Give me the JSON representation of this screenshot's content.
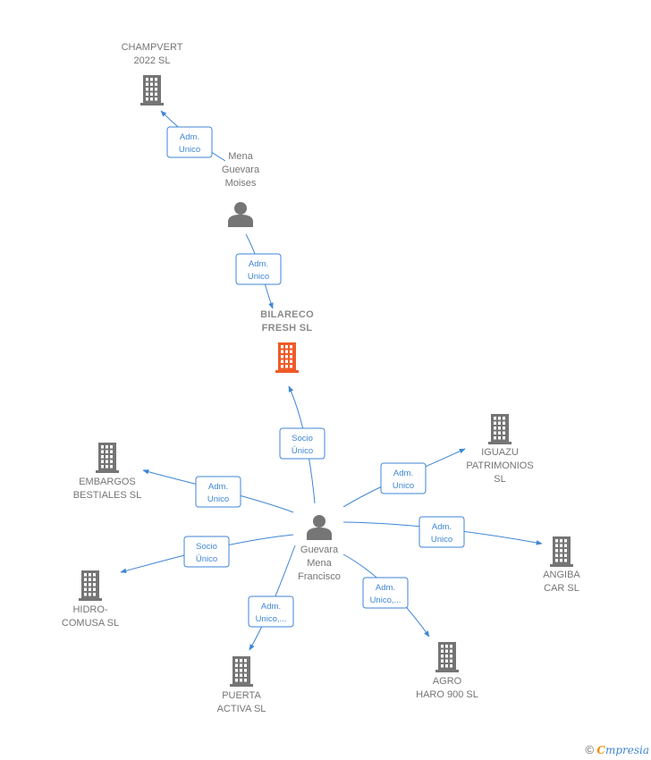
{
  "colors": {
    "edge": "#3f86d6",
    "company_icon": "#757575",
    "focus_company_icon": "#f05a28",
    "person_icon": "#757575",
    "label": "#757575"
  },
  "nodes": [
    {
      "id": "champvert",
      "type": "company",
      "icon": "building-icon",
      "label": [
        "CHAMPVERT",
        "2022  SL"
      ]
    },
    {
      "id": "mena",
      "type": "person",
      "icon": "person-icon",
      "label": [
        "Mena",
        "Guevara",
        "Moises"
      ]
    },
    {
      "id": "bilareco",
      "type": "company",
      "focus": true,
      "icon": "building-icon",
      "label": [
        "BILARECO",
        "FRESH  SL"
      ]
    },
    {
      "id": "guevara",
      "type": "person",
      "icon": "person-icon",
      "label": [
        "Guevara",
        "Mena",
        "Francisco"
      ]
    },
    {
      "id": "embargos",
      "type": "company",
      "icon": "building-icon",
      "label": [
        "EMBARGOS",
        "BESTIALES  SL"
      ]
    },
    {
      "id": "iguazu",
      "type": "company",
      "icon": "building-icon",
      "label": [
        "IGUAZU",
        "PATRIMONIOS",
        "SL"
      ]
    },
    {
      "id": "angiba",
      "type": "company",
      "icon": "building-icon",
      "label": [
        "ANGIBA",
        "CAR  SL"
      ]
    },
    {
      "id": "hidro",
      "type": "company",
      "icon": "building-icon",
      "label": [
        "HIDRO-",
        "COMUSA  SL"
      ]
    },
    {
      "id": "puerta",
      "type": "company",
      "icon": "building-icon",
      "label": [
        "PUERTA",
        "ACTIVA  SL"
      ]
    },
    {
      "id": "agro",
      "type": "company",
      "icon": "building-icon",
      "label": [
        "AGRO",
        "HARO 900 SL"
      ]
    }
  ],
  "edges": [
    {
      "id": "mena-champvert",
      "from": "mena",
      "to": "champvert",
      "label": [
        "Adm.",
        "Unico"
      ]
    },
    {
      "id": "mena-bilareco",
      "from": "mena",
      "to": "bilareco",
      "label": [
        "Adm.",
        "Unico"
      ]
    },
    {
      "id": "guevara-bilareco",
      "from": "guevara",
      "to": "bilareco",
      "label": [
        "Socio",
        "Único"
      ]
    },
    {
      "id": "guevara-embargos",
      "from": "guevara",
      "to": "embargos",
      "label": [
        "Adm.",
        "Unico"
      ]
    },
    {
      "id": "guevara-iguazu",
      "from": "guevara",
      "to": "iguazu",
      "label": [
        "Adm.",
        "Unico"
      ]
    },
    {
      "id": "guevara-angiba",
      "from": "guevara",
      "to": "angiba",
      "label": [
        "Adm.",
        "Unico"
      ]
    },
    {
      "id": "guevara-hidro",
      "from": "guevara",
      "to": "hidro",
      "label": [
        "Socio",
        "Único"
      ]
    },
    {
      "id": "guevara-puerta",
      "from": "guevara",
      "to": "puerta",
      "label": [
        "Adm.",
        "Unico,..."
      ]
    },
    {
      "id": "guevara-agro",
      "from": "guevara",
      "to": "agro",
      "label": [
        "Adm.",
        "Unico,..."
      ]
    }
  ],
  "footer": {
    "copyright_symbol": "©",
    "brand_initial": "C",
    "brand_rest": "mpresia"
  }
}
